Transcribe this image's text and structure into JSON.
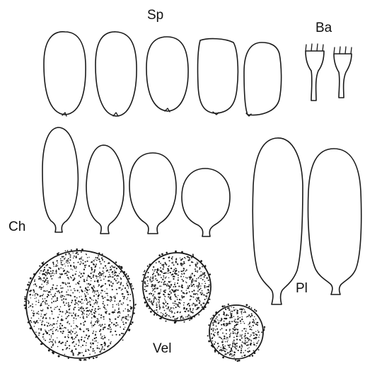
{
  "figure": {
    "labels": {
      "spores": "Sp",
      "basidia": "Ba",
      "cheilocystidia": "Ch",
      "pleurocystidia": "Pl",
      "veil": "Vel"
    },
    "ink_color": "#1a1a1a",
    "background_color": "#ffffff"
  }
}
